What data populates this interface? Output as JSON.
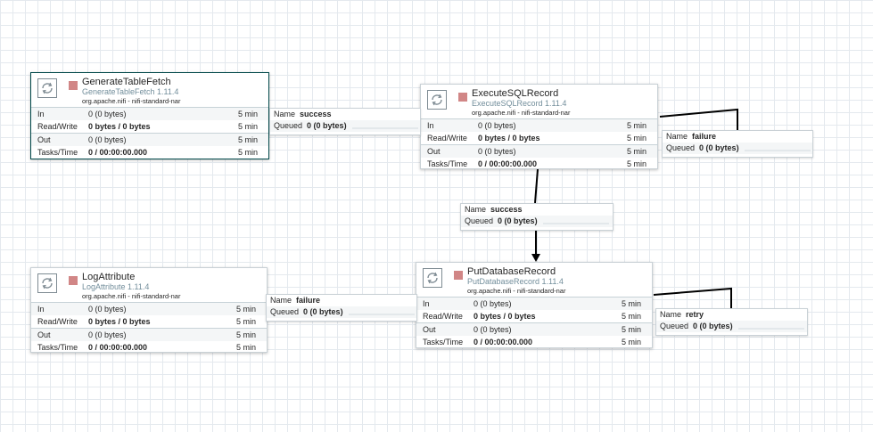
{
  "processors": {
    "generate": {
      "name": "GenerateTableFetch",
      "type": "GenerateTableFetch 1.11.4",
      "bundle": "org.apache.nifi - nifi-standard-nar",
      "in_label": "In",
      "in_value": "0 (0 bytes)",
      "in_time": "5 min",
      "rw_label": "Read/Write",
      "rw_value": "0 bytes / 0 bytes",
      "rw_time": "5 min",
      "out_label": "Out",
      "out_value": "0 (0 bytes)",
      "out_time": "5 min",
      "tasks_label": "Tasks/Time",
      "tasks_value": "0 / 00:00:00.000",
      "tasks_time": "5 min"
    },
    "execute": {
      "name": "ExecuteSQLRecord",
      "type": "ExecuteSQLRecord 1.11.4",
      "bundle": "org.apache.nifi - nifi-standard-nar",
      "in_label": "In",
      "in_value": "0 (0 bytes)",
      "in_time": "5 min",
      "rw_label": "Read/Write",
      "rw_value": "0 bytes / 0 bytes",
      "rw_time": "5 min",
      "out_label": "Out",
      "out_value": "0 (0 bytes)",
      "out_time": "5 min",
      "tasks_label": "Tasks/Time",
      "tasks_value": "0 / 00:00:00.000",
      "tasks_time": "5 min"
    },
    "log": {
      "name": "LogAttribute",
      "type": "LogAttribute 1.11.4",
      "bundle": "org.apache.nifi - nifi-standard-nar",
      "in_label": "In",
      "in_value": "0 (0 bytes)",
      "in_time": "5 min",
      "rw_label": "Read/Write",
      "rw_value": "0 bytes / 0 bytes",
      "rw_time": "5 min",
      "out_label": "Out",
      "out_value": "0 (0 bytes)",
      "out_time": "5 min",
      "tasks_label": "Tasks/Time",
      "tasks_value": "0 / 00:00:00.000",
      "tasks_time": "5 min"
    },
    "put": {
      "name": "PutDatabaseRecord",
      "type": "PutDatabaseRecord 1.11.4",
      "bundle": "org.apache.nifi - nifi-standard-nar",
      "in_label": "In",
      "in_value": "0 (0 bytes)",
      "in_time": "5 min",
      "rw_label": "Read/Write",
      "rw_value": "0 bytes / 0 bytes",
      "rw_time": "5 min",
      "out_label": "Out",
      "out_value": "0 (0 bytes)",
      "out_time": "5 min",
      "tasks_label": "Tasks/Time",
      "tasks_value": "0 / 00:00:00.000",
      "tasks_time": "5 min"
    }
  },
  "connections": {
    "gen_success": {
      "name_label": "Name",
      "name": "success",
      "queued_label": "Queued",
      "queued": "0 (0 bytes)"
    },
    "exec_failure": {
      "name_label": "Name",
      "name": "failure",
      "queued_label": "Queued",
      "queued": "0 (0 bytes)"
    },
    "exec_success": {
      "name_label": "Name",
      "name": "success",
      "queued_label": "Queued",
      "queued": "0 (0 bytes)"
    },
    "put_failure": {
      "name_label": "Name",
      "name": "failure",
      "queued_label": "Queued",
      "queued": "0 (0 bytes)"
    },
    "put_retry": {
      "name_label": "Name",
      "name": "retry",
      "queued_label": "Queued",
      "queued": "0 (0 bytes)"
    }
  },
  "colors": {
    "stopped_indicator": "#d18686",
    "selected_border": "#004849",
    "type_text": "#728e9b"
  }
}
